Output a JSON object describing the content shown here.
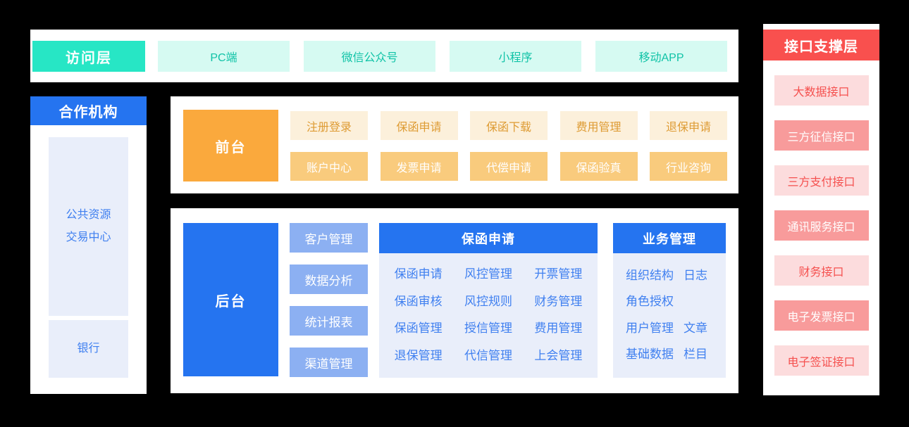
{
  "colors": {
    "teal": "#27E6C5",
    "teal-light": "#D6FAF2",
    "teal-text": "#10C3A7",
    "blue": "#2574F0",
    "blue-light": "#8CB0F2",
    "blue-pale": "#E9EEFA",
    "blue-text": "#4080F0",
    "orange": "#FAA93D",
    "orange-pale": "#FCF0DB",
    "orange-text": "#DE9B33",
    "orange-mid": "#F9CB7D",
    "red": "#F9504E",
    "pink-light": "#FCDCDD",
    "pink-mid": "#F89B9B",
    "red-text": "#F5504E"
  },
  "access_layer": {
    "title": "访问层",
    "channels": [
      "PC端",
      "微信公众号",
      "小程序",
      "移动APP"
    ]
  },
  "partners": {
    "title": "合作机构",
    "items": [
      {
        "lines": [
          "公共资源",
          "交易中心"
        ]
      },
      {
        "lines": [
          "银行"
        ]
      }
    ]
  },
  "frontend": {
    "title": "前台",
    "row1": [
      "注册登录",
      "保函申请",
      "保函下载",
      "费用管理",
      "退保申请"
    ],
    "row2": [
      "账户中心",
      "发票申请",
      "代偿申请",
      "保函验真",
      "行业咨询"
    ]
  },
  "backend": {
    "title": "后台",
    "side_items": [
      "客户管理",
      "数据分析",
      "统计报表",
      "渠道管理"
    ],
    "guarantee_panel": {
      "title": "保函申请",
      "rows": [
        [
          "保函申请",
          "风控管理",
          "开票管理"
        ],
        [
          "保函审核",
          "风控规则",
          "财务管理"
        ],
        [
          "保函管理",
          "授信管理",
          "费用管理"
        ],
        [
          "退保管理",
          "代信管理",
          "上会管理"
        ]
      ]
    },
    "business_panel": {
      "title": "业务管理",
      "rows": [
        [
          "组织结构",
          "日志"
        ],
        [
          "角色授权"
        ],
        [
          "用户管理",
          "文章"
        ],
        [
          "基础数据",
          "栏目"
        ]
      ]
    }
  },
  "interface_layer": {
    "title": "接口支撑层",
    "items": [
      {
        "label": "大数据接口",
        "style": "light"
      },
      {
        "label": "三方征信接口",
        "style": "solid"
      },
      {
        "label": "三方支付接口",
        "style": "light"
      },
      {
        "label": "通讯服务接口",
        "style": "solid"
      },
      {
        "label": "财务接口",
        "style": "light"
      },
      {
        "label": "电子发票接口",
        "style": "solid"
      },
      {
        "label": "电子签证接口",
        "style": "light"
      }
    ]
  }
}
